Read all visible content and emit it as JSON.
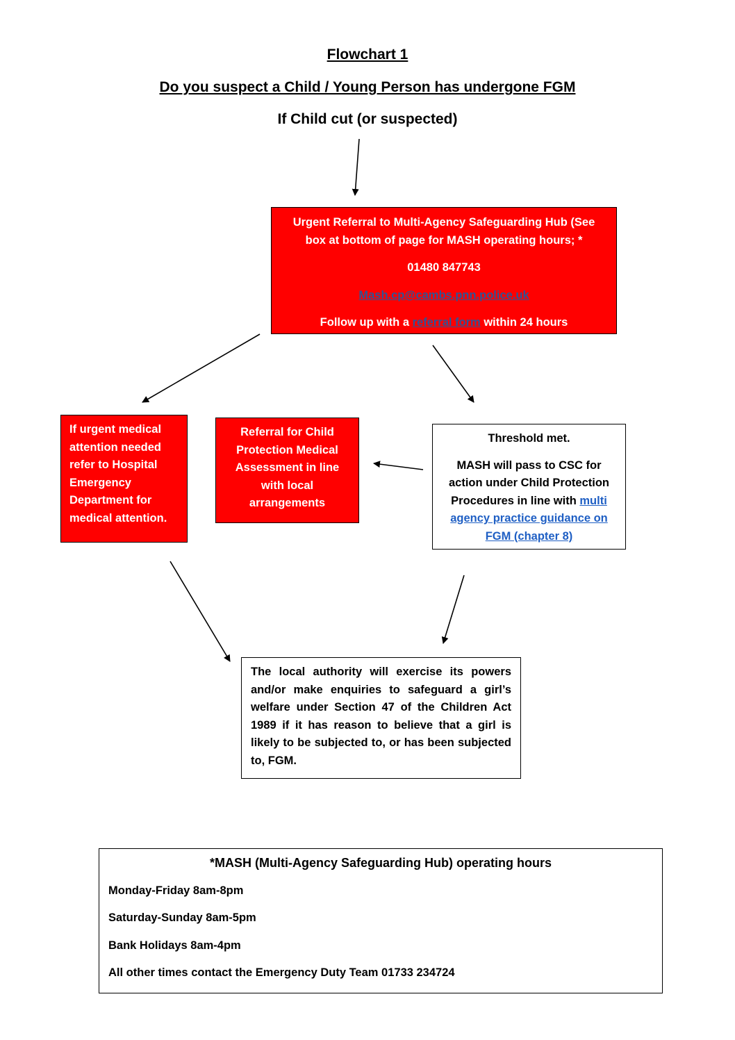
{
  "headings": {
    "title": "Flowchart 1",
    "question": "Do you suspect a Child / Young Person has undergone FGM",
    "condition": "If Child cut (or suspected)"
  },
  "referral_box": {
    "line1": "Urgent Referral to Multi-Agency Safeguarding Hub (See box at bottom of page for MASH operating hours; *",
    "phone": "01480 847743",
    "email": "Mash.cp@cambs.pnn.police.uk",
    "follow_up_prefix": "Follow up with a",
    "follow_up_link": "referral form",
    "follow_up_suffix": "within 24 hours"
  },
  "medical_box": {
    "text": "If urgent medical attention needed refer to Hospital Emergency Department for medical attention."
  },
  "cp_medical_box": {
    "text": "Referral for Child Protection Medical Assessment in line with local arrangements"
  },
  "threshold_box": {
    "title": "Threshold met.",
    "text": "MASH will pass to CSC for action under Child Protection Procedures in line with",
    "link": "multi agency practice guidance on FGM (chapter 8)"
  },
  "local_authority_box": {
    "text": "The local authority will exercise its powers and/or make enquiries to safeguard a girl’s welfare under Section 47 of the Children Act 1989 if it has reason to believe that a girl is likely to be subjected to, or has been subjected to, FGM."
  },
  "hours_box": {
    "title": "*MASH (Multi-Agency Safeguarding Hub) operating hours",
    "weekday": "Monday-Friday 8am-8pm",
    "weekend": "Saturday-Sunday 8am-5pm",
    "bank_holidays": "Bank Holidays 8am-4pm",
    "other": "All other times contact the Emergency Duty Team 01733 234724"
  },
  "colors": {
    "box_red": "#ff0000",
    "link": "#2f5496"
  }
}
